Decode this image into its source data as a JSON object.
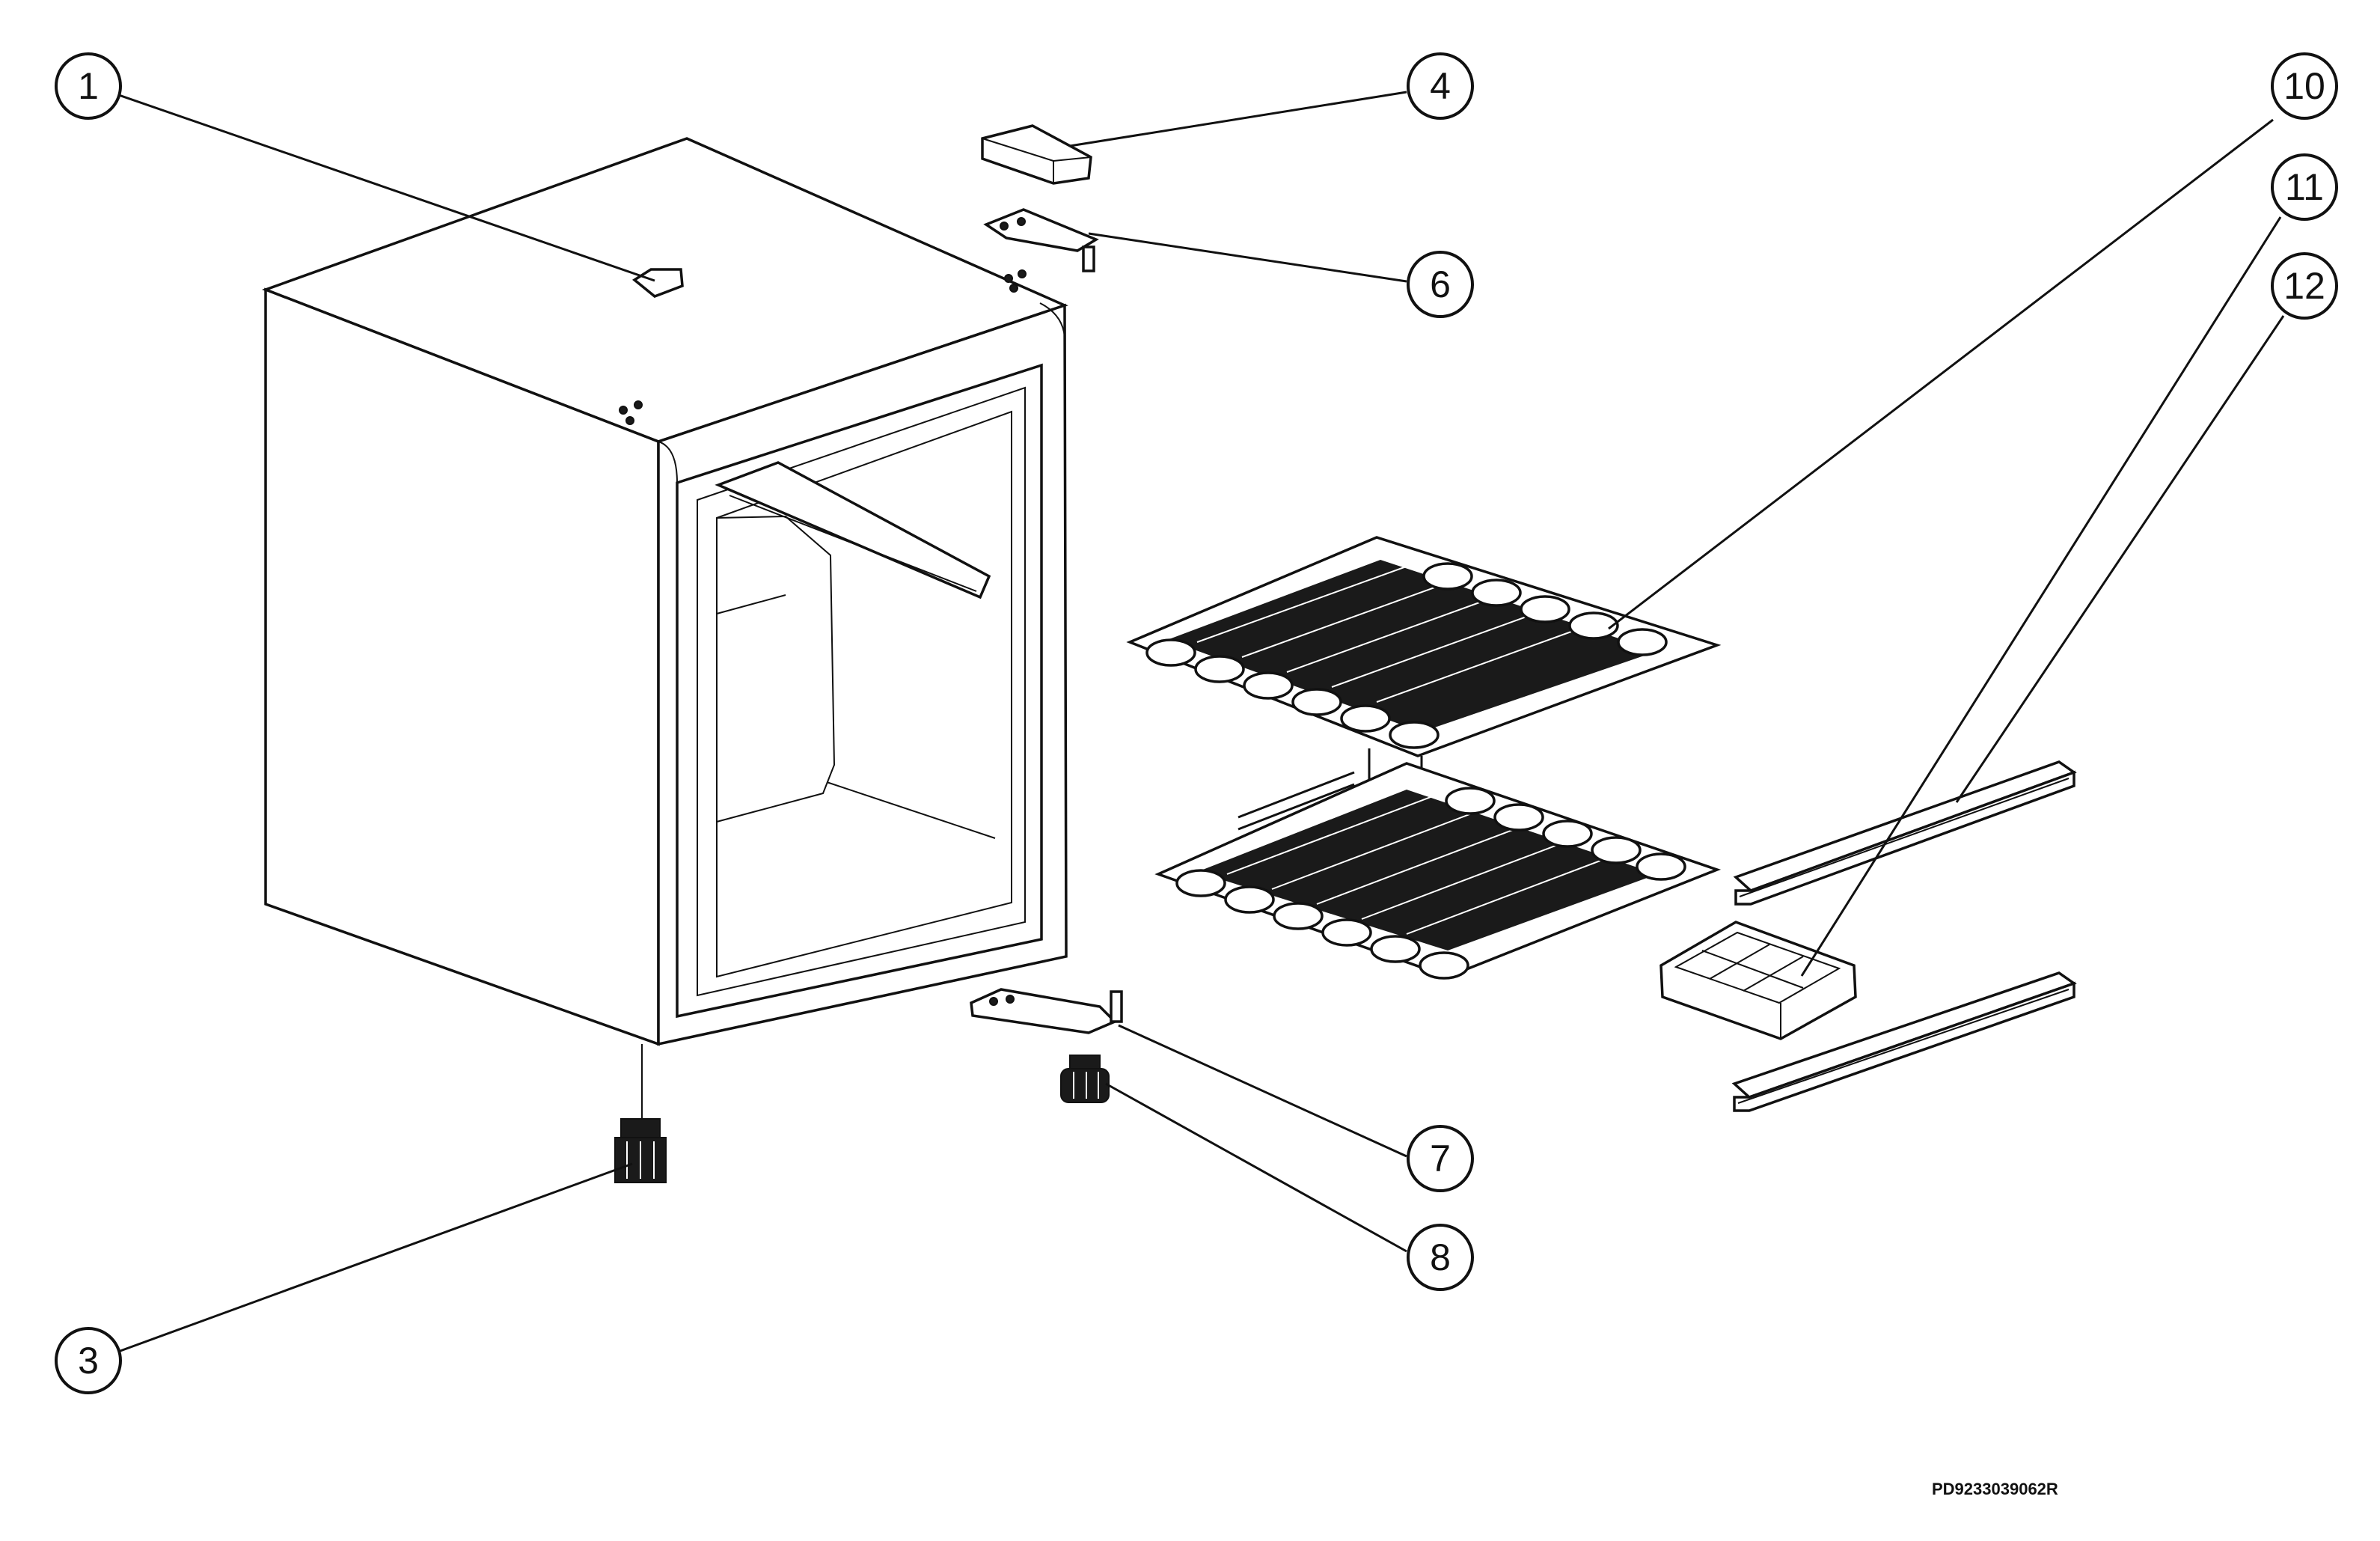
{
  "callouts": {
    "c1": "1",
    "c3": "3",
    "c4": "4",
    "c6": "6",
    "c7": "7",
    "c8": "8",
    "c10": "10",
    "c11": "11",
    "c12": "12"
  },
  "drawing_code": "PD9233039062R",
  "colors": {
    "line": "#111111",
    "background": "#ffffff"
  }
}
